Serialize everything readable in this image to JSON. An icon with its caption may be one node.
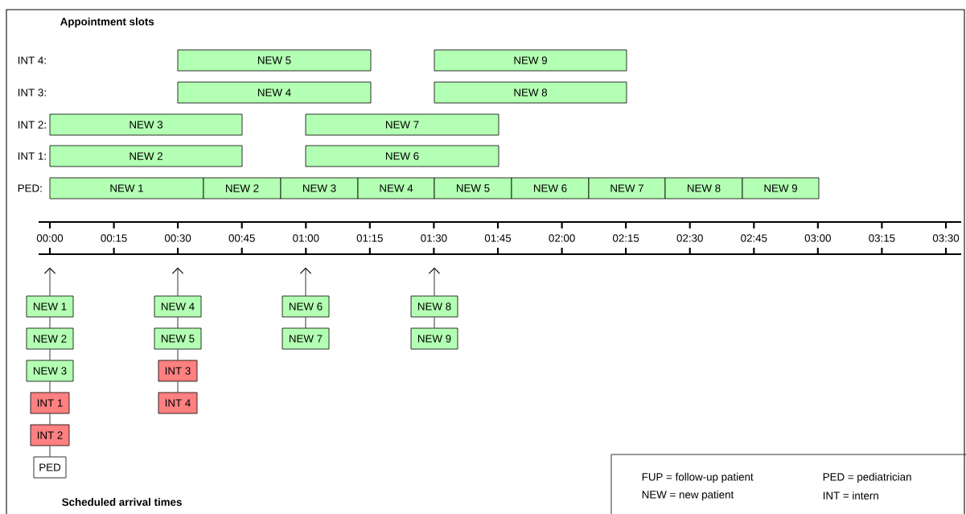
{
  "diagram": {
    "nodes": [
      {
        "text": [
          "NEW 5"
        ]
      },
      {
        "text": [
          "NEW 9"
        ]
      },
      {
        "text": [
          "NEW 4"
        ]
      },
      {
        "text": [
          "NEW 8"
        ]
      },
      {
        "text": [
          "NEW 3"
        ]
      },
      {
        "text": [
          "NEW 7"
        ]
      },
      {
        "text": [
          "NEW 2"
        ]
      },
      {
        "text": [
          "NEW 6"
        ]
      },
      {
        "text": [
          "NEW 1"
        ]
      },
      {
        "text": [
          "NEW 2"
        ]
      },
      {
        "text": [
          "NEW 3"
        ]
      },
      {
        "text": [
          "NEW 4"
        ]
      },
      {
        "text": [
          "NEW 5"
        ]
      },
      {
        "text": [
          "NEW 6"
        ]
      },
      {
        "text": [
          "NEW 7"
        ]
      },
      {
        "text": [
          "NEW 8"
        ]
      },
      {
        "text": [
          "NEW 9"
        ]
      },
      {
        "text": [
          "NEW 1"
        ]
      },
      {
        "text": [
          "NEW 2"
        ]
      },
      {
        "text": [
          "NEW 3"
        ]
      },
      {
        "text": [
          "INT 1"
        ]
      },
      {
        "text": [
          "INT 2"
        ]
      },
      {
        "text": [
          "PED"
        ]
      },
      {
        "text": [
          "NEW 4"
        ]
      },
      {
        "text": [
          "NEW 5"
        ]
      },
      {
        "text": [
          "INT 3"
        ]
      },
      {
        "text": [
          "INT 4"
        ]
      },
      {
        "text": [
          "NEW 6"
        ]
      },
      {
        "text": [
          "NEW 7"
        ]
      },
      {
        "text": [
          "NEW 8"
        ]
      },
      {
        "text": [
          "NEW 9"
        ]
      }
    ],
    "edges": [
      {
        "from": 17,
        "to": null,
        "arrow": "to"
      },
      {
        "from": 23,
        "to": null,
        "arrow": "to"
      },
      {
        "from": 27,
        "to": null,
        "arrow": "to"
      },
      {
        "from": 29,
        "to": null,
        "arrow": "to"
      },
      {
        "from": 17,
        "to": 18,
        "arrow": "none"
      },
      {
        "from": 18,
        "to": 19,
        "arrow": "none"
      },
      {
        "from": 19,
        "to": 20,
        "arrow": "none"
      },
      {
        "from": 20,
        "to": 21,
        "arrow": "none"
      },
      {
        "from": 21,
        "to": 22,
        "arrow": "none"
      },
      {
        "from": 23,
        "to": 24,
        "arrow": "none"
      },
      {
        "from": 24,
        "to": 25,
        "arrow": "none"
      },
      {
        "from": 25,
        "to": 26,
        "arrow": "none"
      },
      {
        "from": 27,
        "to": 28,
        "arrow": "none"
      },
      {
        "from": 29,
        "to": 30,
        "arrow": "none"
      }
    ],
    "labels": [
      "Appointment slots",
      "INT 4:",
      "INT 3:",
      "INT 2:",
      "INT 1:",
      "PED:",
      "00:00",
      "00:15",
      "00:30",
      "00:45",
      "01:00",
      "01:15",
      "01:30",
      "01:45",
      "02:00",
      "02:15",
      "02:30",
      "02:45",
      "03:00",
      "03:15",
      "03:30",
      "FUP = follow-up patient",
      "PED = pediatrician",
      "NEW = new patient",
      "INT = intern",
      "Scheduled arrival times"
    ]
  }
}
